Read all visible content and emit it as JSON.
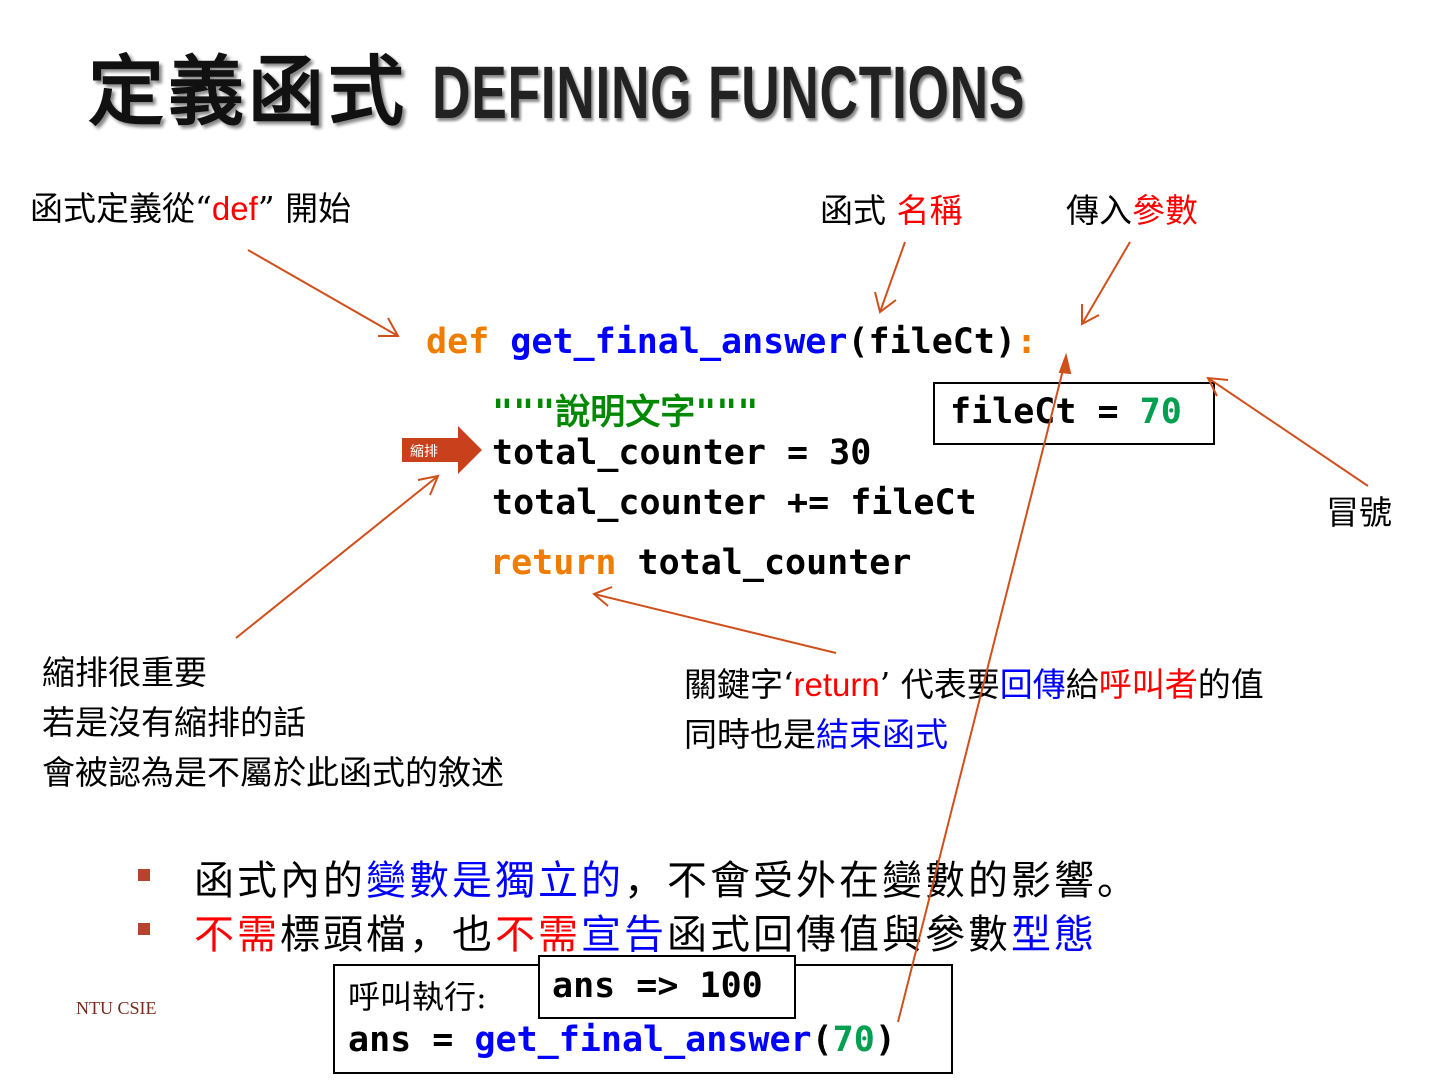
{
  "title": {
    "zh": "定義函式",
    "en": "DEFINING FUNCTIONS"
  },
  "notes": {
    "def_start_pre": "函式定義從“",
    "def_start_kw": "def",
    "def_start_post": "” 開始",
    "name_pre": "函式 ",
    "name_red": "名稱",
    "param_pre": "傳入",
    "param_red": "參數",
    "colon": "冒號",
    "indent_1": "縮排很重要",
    "indent_2": "若是沒有縮排的話",
    "indent_3": "會被認為是不屬於此函式的敘述",
    "ret_1": "關鍵字‘",
    "ret_kw": "return",
    "ret_2": "’ 代表要",
    "ret_blue": "回傳",
    "ret_3": "給",
    "ret_red": "呼叫者",
    "ret_4": "的值",
    "ret_line2": "同時也是",
    "ret_line2_blue": "結束函式"
  },
  "indent_label": "縮排",
  "code": {
    "def_kw": "def",
    "fname": "get_final_answer",
    "params": "(fileCt)",
    "colon": ":",
    "docstring": "\"\"\"說明文字\"\"\"",
    "line1": "total_counter = 30",
    "line2": "total_counter += fileCt",
    "ret_kw": "return",
    "ret_val": "total_counter"
  },
  "filect_box": {
    "pre": "fileCt = ",
    "val": "70"
  },
  "bullets": {
    "b1_pre": "函式內的",
    "b1_blue": "變數是獨立的",
    "b1_post": "，不會受外在變數的影響。",
    "b2_red1": "不需",
    "b2_mid1": "標頭檔，也",
    "b2_red2": "不需",
    "b2_blue1": "宣告",
    "b2_mid2": "函式回傳值與參數",
    "b2_blue2": "型態"
  },
  "call_box": {
    "label": "呼叫執行:",
    "pre": "ans = ",
    "fname": "get_final_answer",
    "open": "(",
    "arg": "70",
    "close": ")"
  },
  "result_box": "ans => 100",
  "footer": "NTU CSIE",
  "colors": {
    "keyword": "#f07c00",
    "function": "#0000ff",
    "number": "#00a050",
    "string": "#008800",
    "arrow": "#d0501c"
  }
}
